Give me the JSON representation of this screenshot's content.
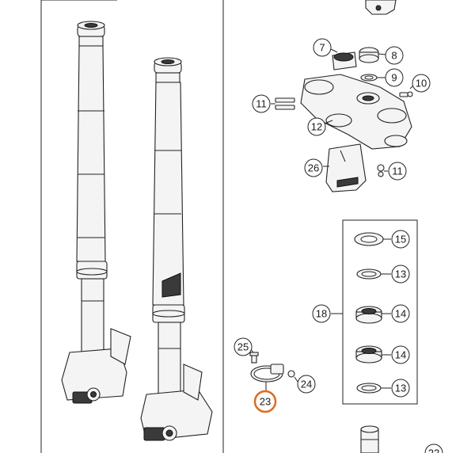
{
  "diagram": {
    "callouts": [
      {
        "id": "c7",
        "label": "7"
      },
      {
        "id": "c8",
        "label": "8"
      },
      {
        "id": "c9",
        "label": "9"
      },
      {
        "id": "c10",
        "label": "10"
      },
      {
        "id": "c11a",
        "label": "11"
      },
      {
        "id": "c12",
        "label": "12"
      },
      {
        "id": "c26",
        "label": "26"
      },
      {
        "id": "c11b",
        "label": "11"
      },
      {
        "id": "c15",
        "label": "15"
      },
      {
        "id": "c13a",
        "label": "13"
      },
      {
        "id": "c18",
        "label": "18"
      },
      {
        "id": "c14a",
        "label": "14"
      },
      {
        "id": "c14b",
        "label": "14"
      },
      {
        "id": "c13b",
        "label": "13"
      },
      {
        "id": "c25",
        "label": "25"
      },
      {
        "id": "c24",
        "label": "24"
      },
      {
        "id": "c23",
        "label": "23",
        "highlighted": true
      },
      {
        "id": "c22",
        "label": "22"
      }
    ],
    "highlight_color": "#e06a1f",
    "stroke_color": "#222222"
  }
}
